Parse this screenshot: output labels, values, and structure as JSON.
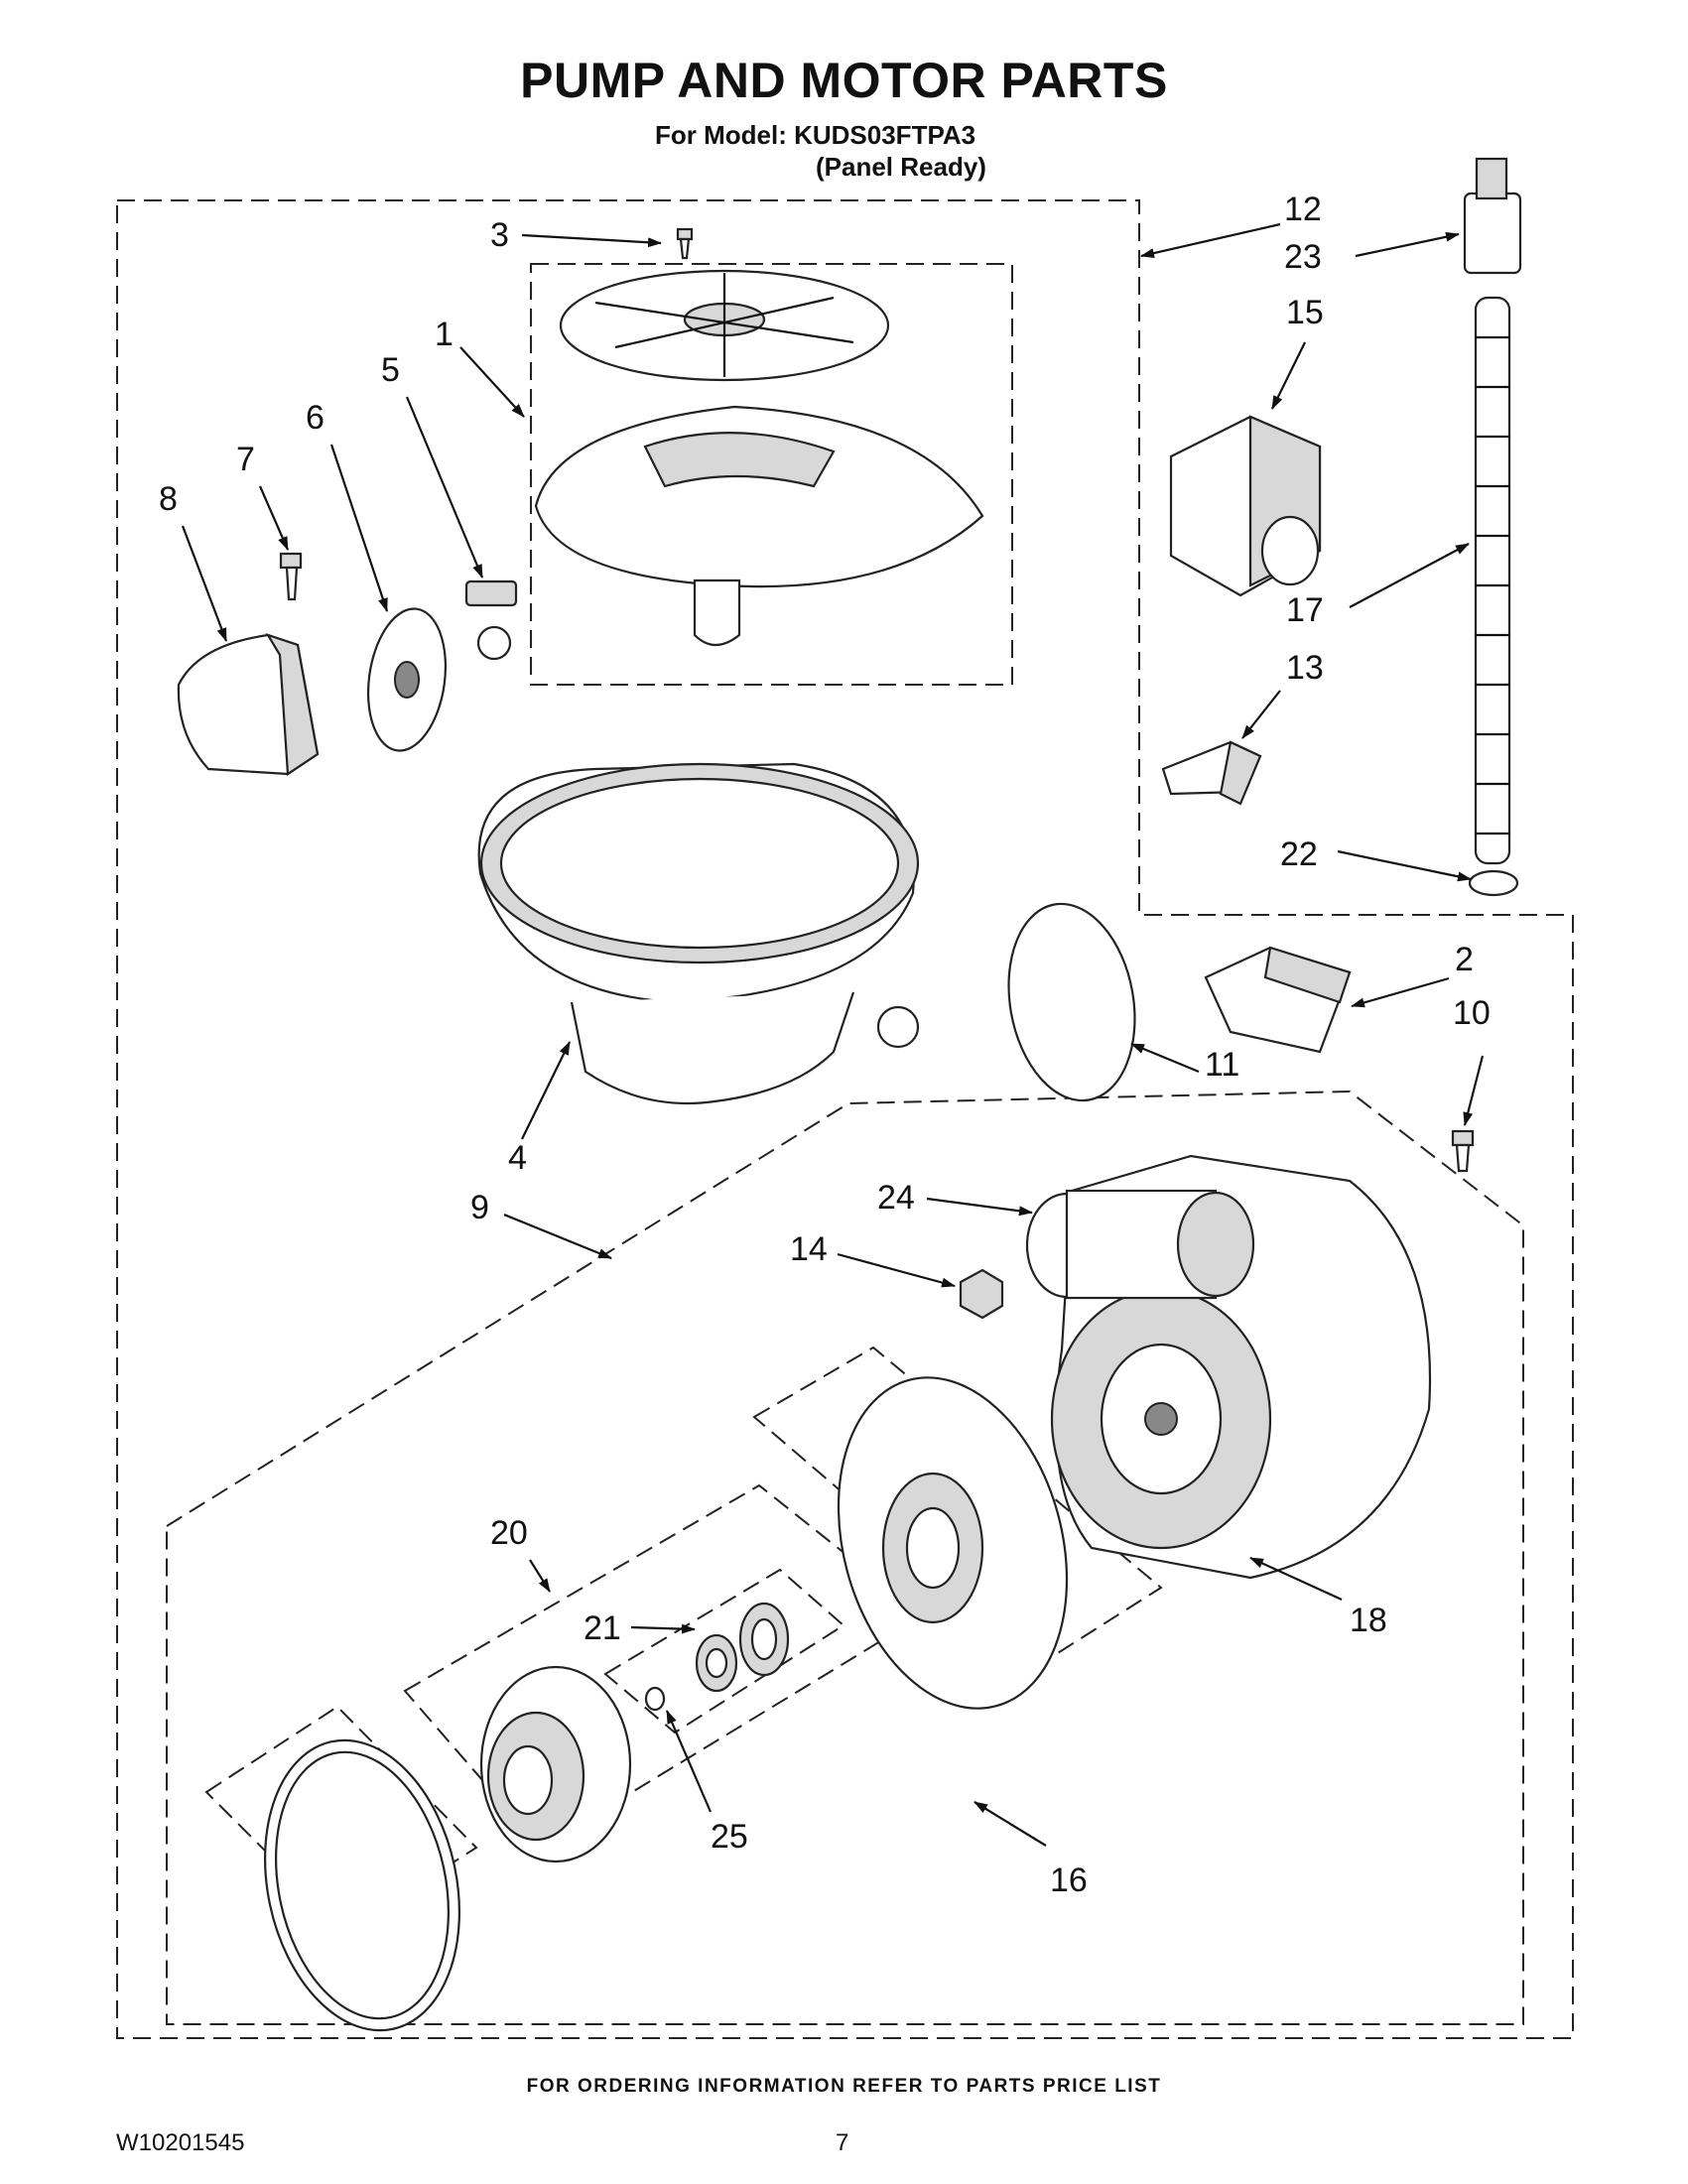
{
  "header": {
    "title": "PUMP AND MOTOR PARTS",
    "model_line": "For Model: KUDS03FTPA3",
    "variant_line": "(Panel Ready)"
  },
  "callouts": {
    "c1": "1",
    "c2": "2",
    "c3": "3",
    "c4": "4",
    "c5": "5",
    "c6": "6",
    "c7": "7",
    "c8": "8",
    "c9": "9",
    "c10": "10",
    "c11": "11",
    "c12": "12",
    "c13": "13",
    "c14": "14",
    "c15": "15",
    "c16": "16",
    "c17": "17",
    "c18": "18",
    "c20": "20",
    "c21": "21",
    "c22": "22",
    "c23": "23",
    "c24": "24",
    "c25": "25"
  },
  "footer": {
    "ordering_note": "FOR ORDERING INFORMATION REFER TO PARTS PRICE LIST",
    "doc_number": "W10201545",
    "page_number": "7"
  }
}
